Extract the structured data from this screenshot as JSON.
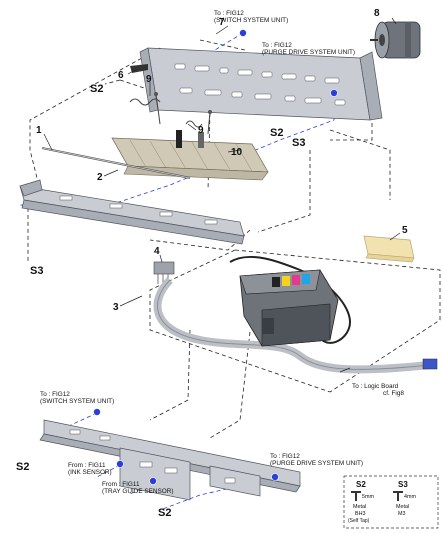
{
  "callouts": {
    "p1": "1",
    "p2": "2",
    "p3": "3",
    "p4": "4",
    "p5": "5",
    "p6": "6",
    "p7": "7",
    "p8": "8",
    "p9a": "9",
    "p9b": "9",
    "p10": "10"
  },
  "screws": {
    "s2_a": "S2",
    "s2_b": "S2",
    "s2_c": "S2",
    "s2_d": "S2",
    "s3_a": "S3",
    "s3_b": "S3"
  },
  "refs": {
    "top_switch_to": "To : FIG12",
    "top_switch_name": "(SWITCH SYSTEM UNIT)",
    "top_purge_to": "To : FIG12",
    "top_purge_name": "(PURGE DRIVE SYSTEM UNIT)",
    "logic_to": "To : Logic Board",
    "logic_cf": "cf. Fig8",
    "bottom_switch_to": "To : FIG12",
    "bottom_switch_name": "(SWITCH SYSTEM UNIT)",
    "bottom_purge_to": "To : FIG12",
    "bottom_purge_name": "(PURGE DRIVE SYSTEM UNIT)",
    "ink_from": "From : FIG11",
    "ink_name": "(INK SENSOR)",
    "tray_from": "From : FIG11",
    "tray_name": "(TRAY GUIDE SENSOR)"
  },
  "legend": {
    "s2_title": "S2",
    "s2_len": "5mm",
    "s2_mat": "Metal",
    "s2_size": "BH3",
    "s2_note": "(Self Tap)",
    "s3_title": "S3",
    "s3_len": "4mm",
    "s3_mat": "Metal",
    "s3_size": "M3"
  },
  "colors": {
    "leader": "#222222",
    "blue_ref": "#2a3fd6",
    "metal": "#c9ccd3"
  }
}
